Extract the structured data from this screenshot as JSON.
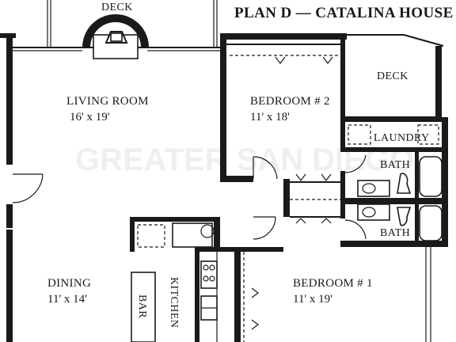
{
  "title": "PLAN D — CATALINA HOUSE",
  "watermark": "GREATER SAN DIEGO",
  "rooms": {
    "deck_top": {
      "name": "DECK"
    },
    "living": {
      "name": "LIVING ROOM",
      "size": "16' x 19'"
    },
    "bedroom2": {
      "name": "BEDROOM # 2",
      "size": "11' x 18'"
    },
    "deck_right": {
      "name": "DECK"
    },
    "laundry": {
      "name": "LAUNDRY"
    },
    "bath_upper": {
      "name": "BATH"
    },
    "bath_lower": {
      "name": "BATH"
    },
    "dining": {
      "name": "DINING",
      "size": "11' x 14'"
    },
    "bar": {
      "name": "BAR"
    },
    "kitchen": {
      "name": "KITCHEN"
    },
    "bedroom1": {
      "name": "BEDROOM # 1",
      "size": "11' x 19'"
    }
  },
  "colors": {
    "ink": "#1a1a1a",
    "paper": "#ffffff"
  }
}
